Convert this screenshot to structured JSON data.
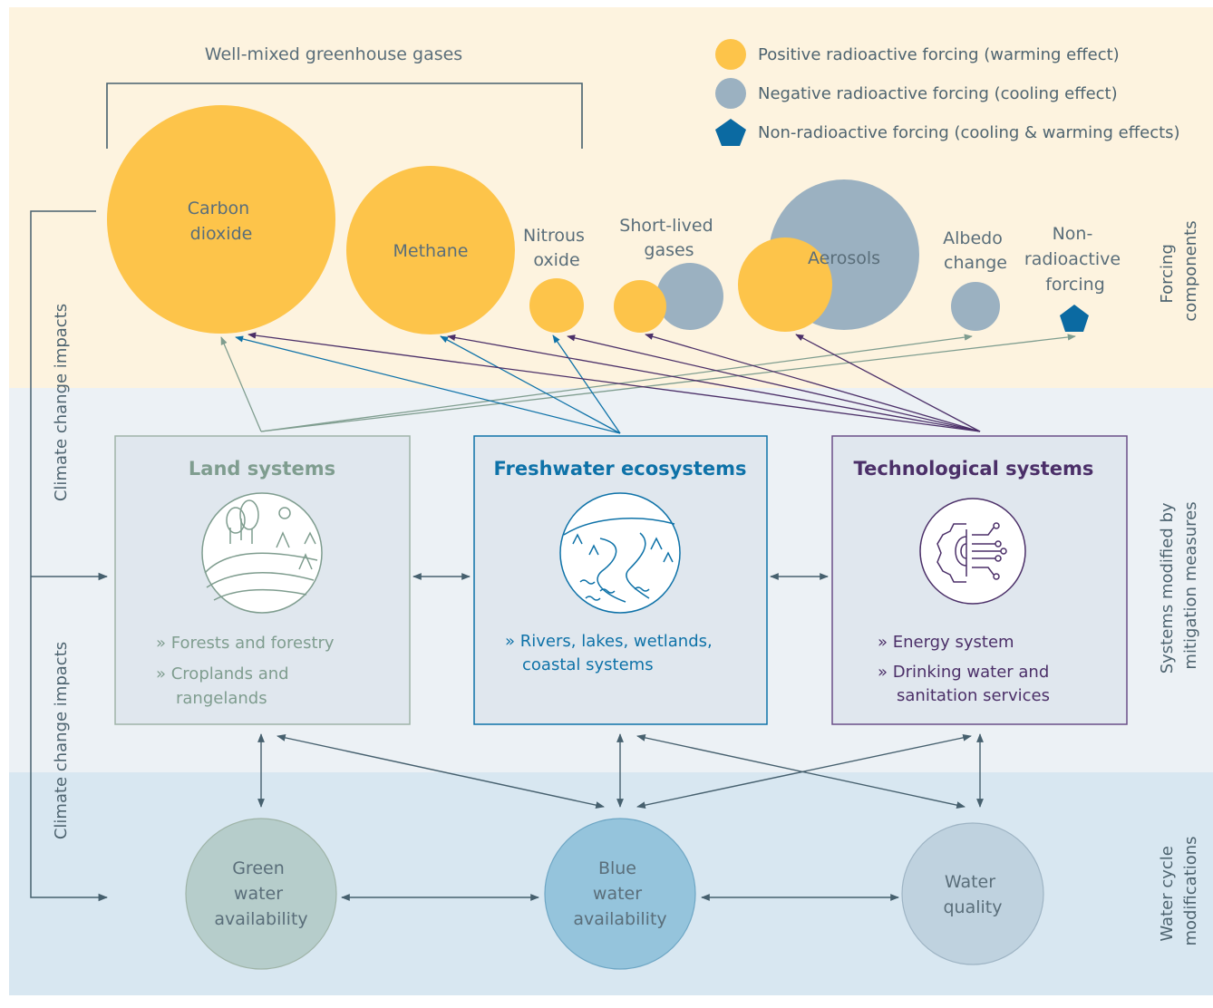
{
  "header": {
    "group_label": "Well-mixed greenhouse gases"
  },
  "legend": {
    "items": [
      {
        "label": "Positive radioactive forcing (warming effect)",
        "color": "#fdc44a",
        "shape": "circle"
      },
      {
        "label": "Negative radioactive forcing (cooling effect)",
        "color": "#9bb1c1",
        "shape": "circle"
      },
      {
        "label": "Non-radioactive forcing (cooling & warming effects)",
        "color": "#0b6aa2",
        "shape": "pentagon"
      }
    ]
  },
  "forcing": {
    "carbon_dioxide": [
      "Carbon",
      "dioxide"
    ],
    "methane": "Methane",
    "nitrous_oxide": [
      "Nitrous",
      "oxide"
    ],
    "short_lived": [
      "Short-lived",
      "gases"
    ],
    "aerosols": "Aerosols",
    "albedo": [
      "Albedo",
      "change"
    ],
    "non_radioactive": [
      "Non-",
      "radioactive",
      "forcing"
    ]
  },
  "side_labels": {
    "right_top": [
      "Forcing",
      "components"
    ],
    "right_mid": [
      "Systems modified by",
      "mitigation measures"
    ],
    "right_bottom": [
      "Water cycle",
      "modifications"
    ],
    "left_top": "Climate change impacts",
    "left_bottom": "Climate change impacts"
  },
  "systems": {
    "land": {
      "title": "Land systems",
      "color": "#7f9d8f",
      "bullets": [
        [
          "Forests and forestry"
        ],
        [
          "Croplands and",
          "rangelands"
        ]
      ],
      "icon": "landscape-icon"
    },
    "freshwater": {
      "title": "Freshwater ecosystems",
      "color": "#0e72a8",
      "bullets": [
        [
          "Rivers, lakes, wetlands,",
          "coastal systems"
        ]
      ],
      "icon": "river-icon"
    },
    "tech": {
      "title": "Technological systems",
      "color": "#4b2f68",
      "bullets": [
        [
          "Energy system"
        ],
        [
          "Drinking water and",
          "sanitation services"
        ]
      ],
      "icon": "gear-circuit-icon"
    }
  },
  "water": {
    "green": [
      "Green",
      "water",
      "availability"
    ],
    "blue": [
      "Blue",
      "water",
      "availability"
    ],
    "quality": [
      "Water",
      "quality"
    ]
  },
  "colors": {
    "band_top": "#fdf3df",
    "band_mid": "#ecf1f5",
    "band_bottom": "#d8e7f1",
    "positive": "#fdc44a",
    "negative": "#9bb1c1",
    "non_radioactive": "#0b6aa2",
    "arrow": "#46606e"
  }
}
